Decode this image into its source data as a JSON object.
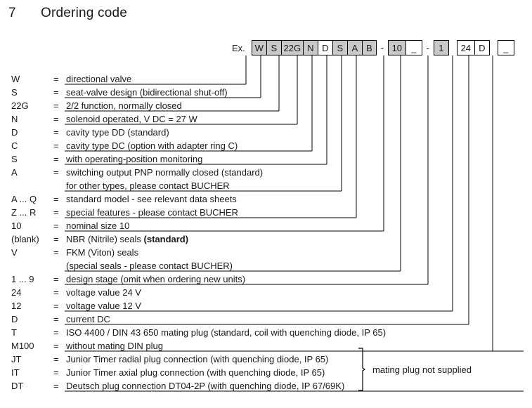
{
  "heading": {
    "number": "7",
    "title": "Ordering code"
  },
  "example": {
    "label": "Ex.",
    "separator": "-",
    "groups": [
      {
        "boxes": [
          {
            "text": "W",
            "shaded": true,
            "width": 21
          },
          {
            "text": "S",
            "shaded": true,
            "width": 21
          },
          {
            "text": "22G",
            "shaded": true,
            "width": 31
          },
          {
            "text": "N",
            "shaded": true,
            "width": 21
          },
          {
            "text": "D",
            "shaded": false,
            "width": 21
          },
          {
            "text": "S",
            "shaded": true,
            "width": 21
          },
          {
            "text": "A",
            "shaded": true,
            "width": 21
          },
          {
            "text": "B",
            "shaded": true,
            "width": 21
          }
        ]
      },
      {
        "boxes": [
          {
            "text": "10",
            "shaded": true,
            "width": 25
          },
          {
            "text": "_",
            "shaded": false,
            "width": 24
          }
        ]
      },
      {
        "boxes": [
          {
            "text": "1",
            "shaded": true,
            "width": 22
          }
        ]
      },
      {
        "boxes": [
          {
            "text": "24",
            "shaded": false,
            "width": 25
          },
          {
            "text": "D",
            "shaded": false,
            "width": 22
          }
        ]
      },
      {
        "boxes": [
          {
            "text": "_",
            "shaded": false,
            "width": 24
          }
        ]
      }
    ]
  },
  "legend": {
    "eq": "=",
    "rows": [
      {
        "code": "W",
        "desc": "directional valve",
        "desc2": ""
      },
      {
        "code": "S",
        "desc": "seat-valve design (bidirectional shut-off)",
        "desc2": ""
      },
      {
        "code": "22G",
        "desc": "2/2 function, normally closed",
        "desc2": ""
      },
      {
        "code": "N",
        "desc": "solenoid operated, V DC = 27  W",
        "desc2": ""
      },
      {
        "code": "D",
        "desc": "cavity type DD  (standard)",
        "desc2": ""
      },
      {
        "code": "C",
        "desc": "cavity type DC  (option with adapter ring C)",
        "desc2": ""
      },
      {
        "code": "S",
        "desc": "with operating-position monitoring",
        "desc2": ""
      },
      {
        "code": "A",
        "desc": "switching output PNP normally closed (standard)",
        "desc2": "for other types, please contact BUCHER"
      },
      {
        "code": "A ... Q",
        "desc": "standard model - see relevant data sheets",
        "desc2": ""
      },
      {
        "code": "Z ... R",
        "desc": "special features - please contact BUCHER",
        "desc2": ""
      },
      {
        "code": "10",
        "desc": "nominal size 10",
        "desc2": ""
      },
      {
        "code": "(blank)",
        "desc": "NBR (Nitrile) seals  (standard)",
        "desc2": "",
        "bold_tail": "(standard)"
      },
      {
        "code": "V",
        "desc": "FKM (Viton) seals",
        "desc2": "(special seals - please contact BUCHER)"
      },
      {
        "code": "1 ... 9",
        "desc": "design stage (omit when ordering new units)",
        "desc2": ""
      },
      {
        "code": "24",
        "desc": "voltage value 24 V",
        "desc2": ""
      },
      {
        "code": "12",
        "desc": "voltage value 12 V",
        "desc2": ""
      },
      {
        "code": "D",
        "desc": "current  DC",
        "desc2": ""
      },
      {
        "code": "T",
        "desc": "ISO 4400 / DIN 43 650 mating plug (standard, coil with quenching diode, IP 65)",
        "desc2": ""
      },
      {
        "code": "M100",
        "desc": "without mating DIN plug",
        "desc2": ""
      },
      {
        "code": "JT",
        "desc": "Junior Timer radial plug connection (with quenching diode, IP 65)",
        "desc2": ""
      },
      {
        "code": "IT",
        "desc": "Junior Timer axial plug connection (with quenching diode, IP 65)",
        "desc2": ""
      },
      {
        "code": "DT",
        "desc": "Deutsch plug connection DT04-2P (with quenching diode, IP 67/69K)",
        "desc2": ""
      }
    ]
  },
  "brace_note": {
    "text": "mating plug not supplied"
  },
  "colors": {
    "shaded_box": "#c9c9c9",
    "line": "#000000",
    "text": "#1a1a1a",
    "background": "#ffffff"
  }
}
